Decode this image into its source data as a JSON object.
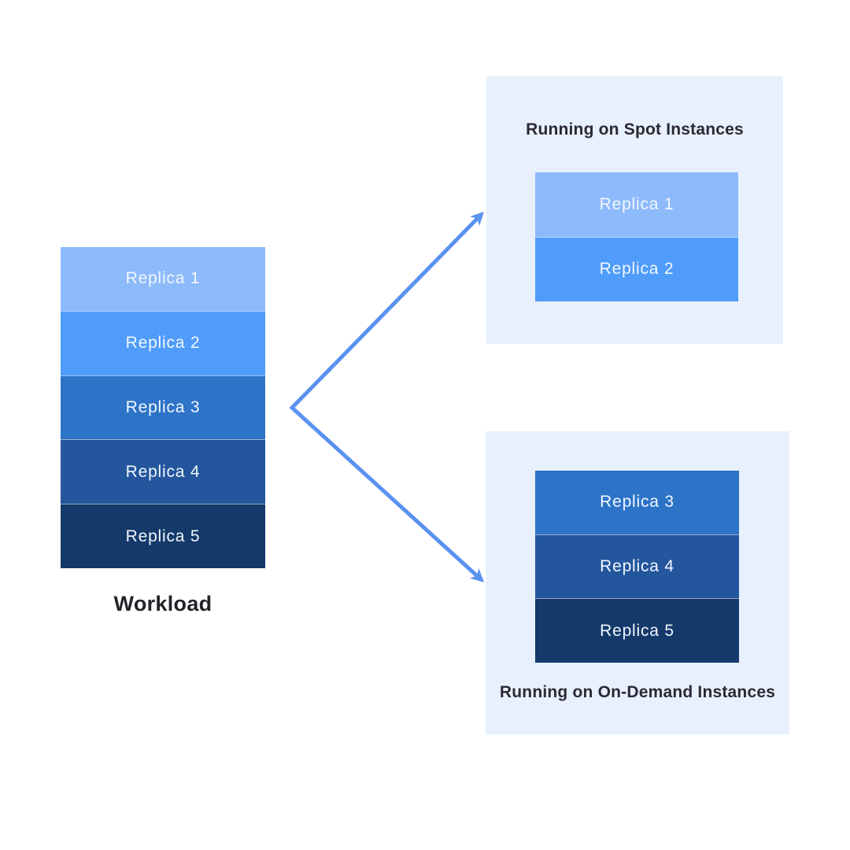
{
  "colors": {
    "background": "#ffffff",
    "panel_bg": "#e7f0fc",
    "arrow": "#5a92ef",
    "title_text": "#2b2933",
    "workload_text": "#252229",
    "replica_text": "#f2f7fe"
  },
  "workload": {
    "title": "Workload",
    "replicas": [
      {
        "label": "Replica 1",
        "color": "#8dbafb"
      },
      {
        "label": "Replica 2",
        "color": "#4f9cfa"
      },
      {
        "label": "Replica 3",
        "color": "#2d73c8"
      },
      {
        "label": "Replica 4",
        "color": "#23569d"
      },
      {
        "label": "Replica 5",
        "color": "#14396a"
      }
    ]
  },
  "spot_panel": {
    "title": "Running on Spot Instances",
    "replicas": [
      {
        "label": "Replica 1",
        "color": "#8dbafb"
      },
      {
        "label": "Replica 2",
        "color": "#4f9cfa"
      }
    ]
  },
  "ondemand_panel": {
    "title": "Running on On-Demand Instances",
    "replicas": [
      {
        "label": "Replica 3",
        "color": "#2d73c8"
      },
      {
        "label": "Replica 4",
        "color": "#23569d"
      },
      {
        "label": "Replica 5",
        "color": "#14396a"
      }
    ]
  }
}
